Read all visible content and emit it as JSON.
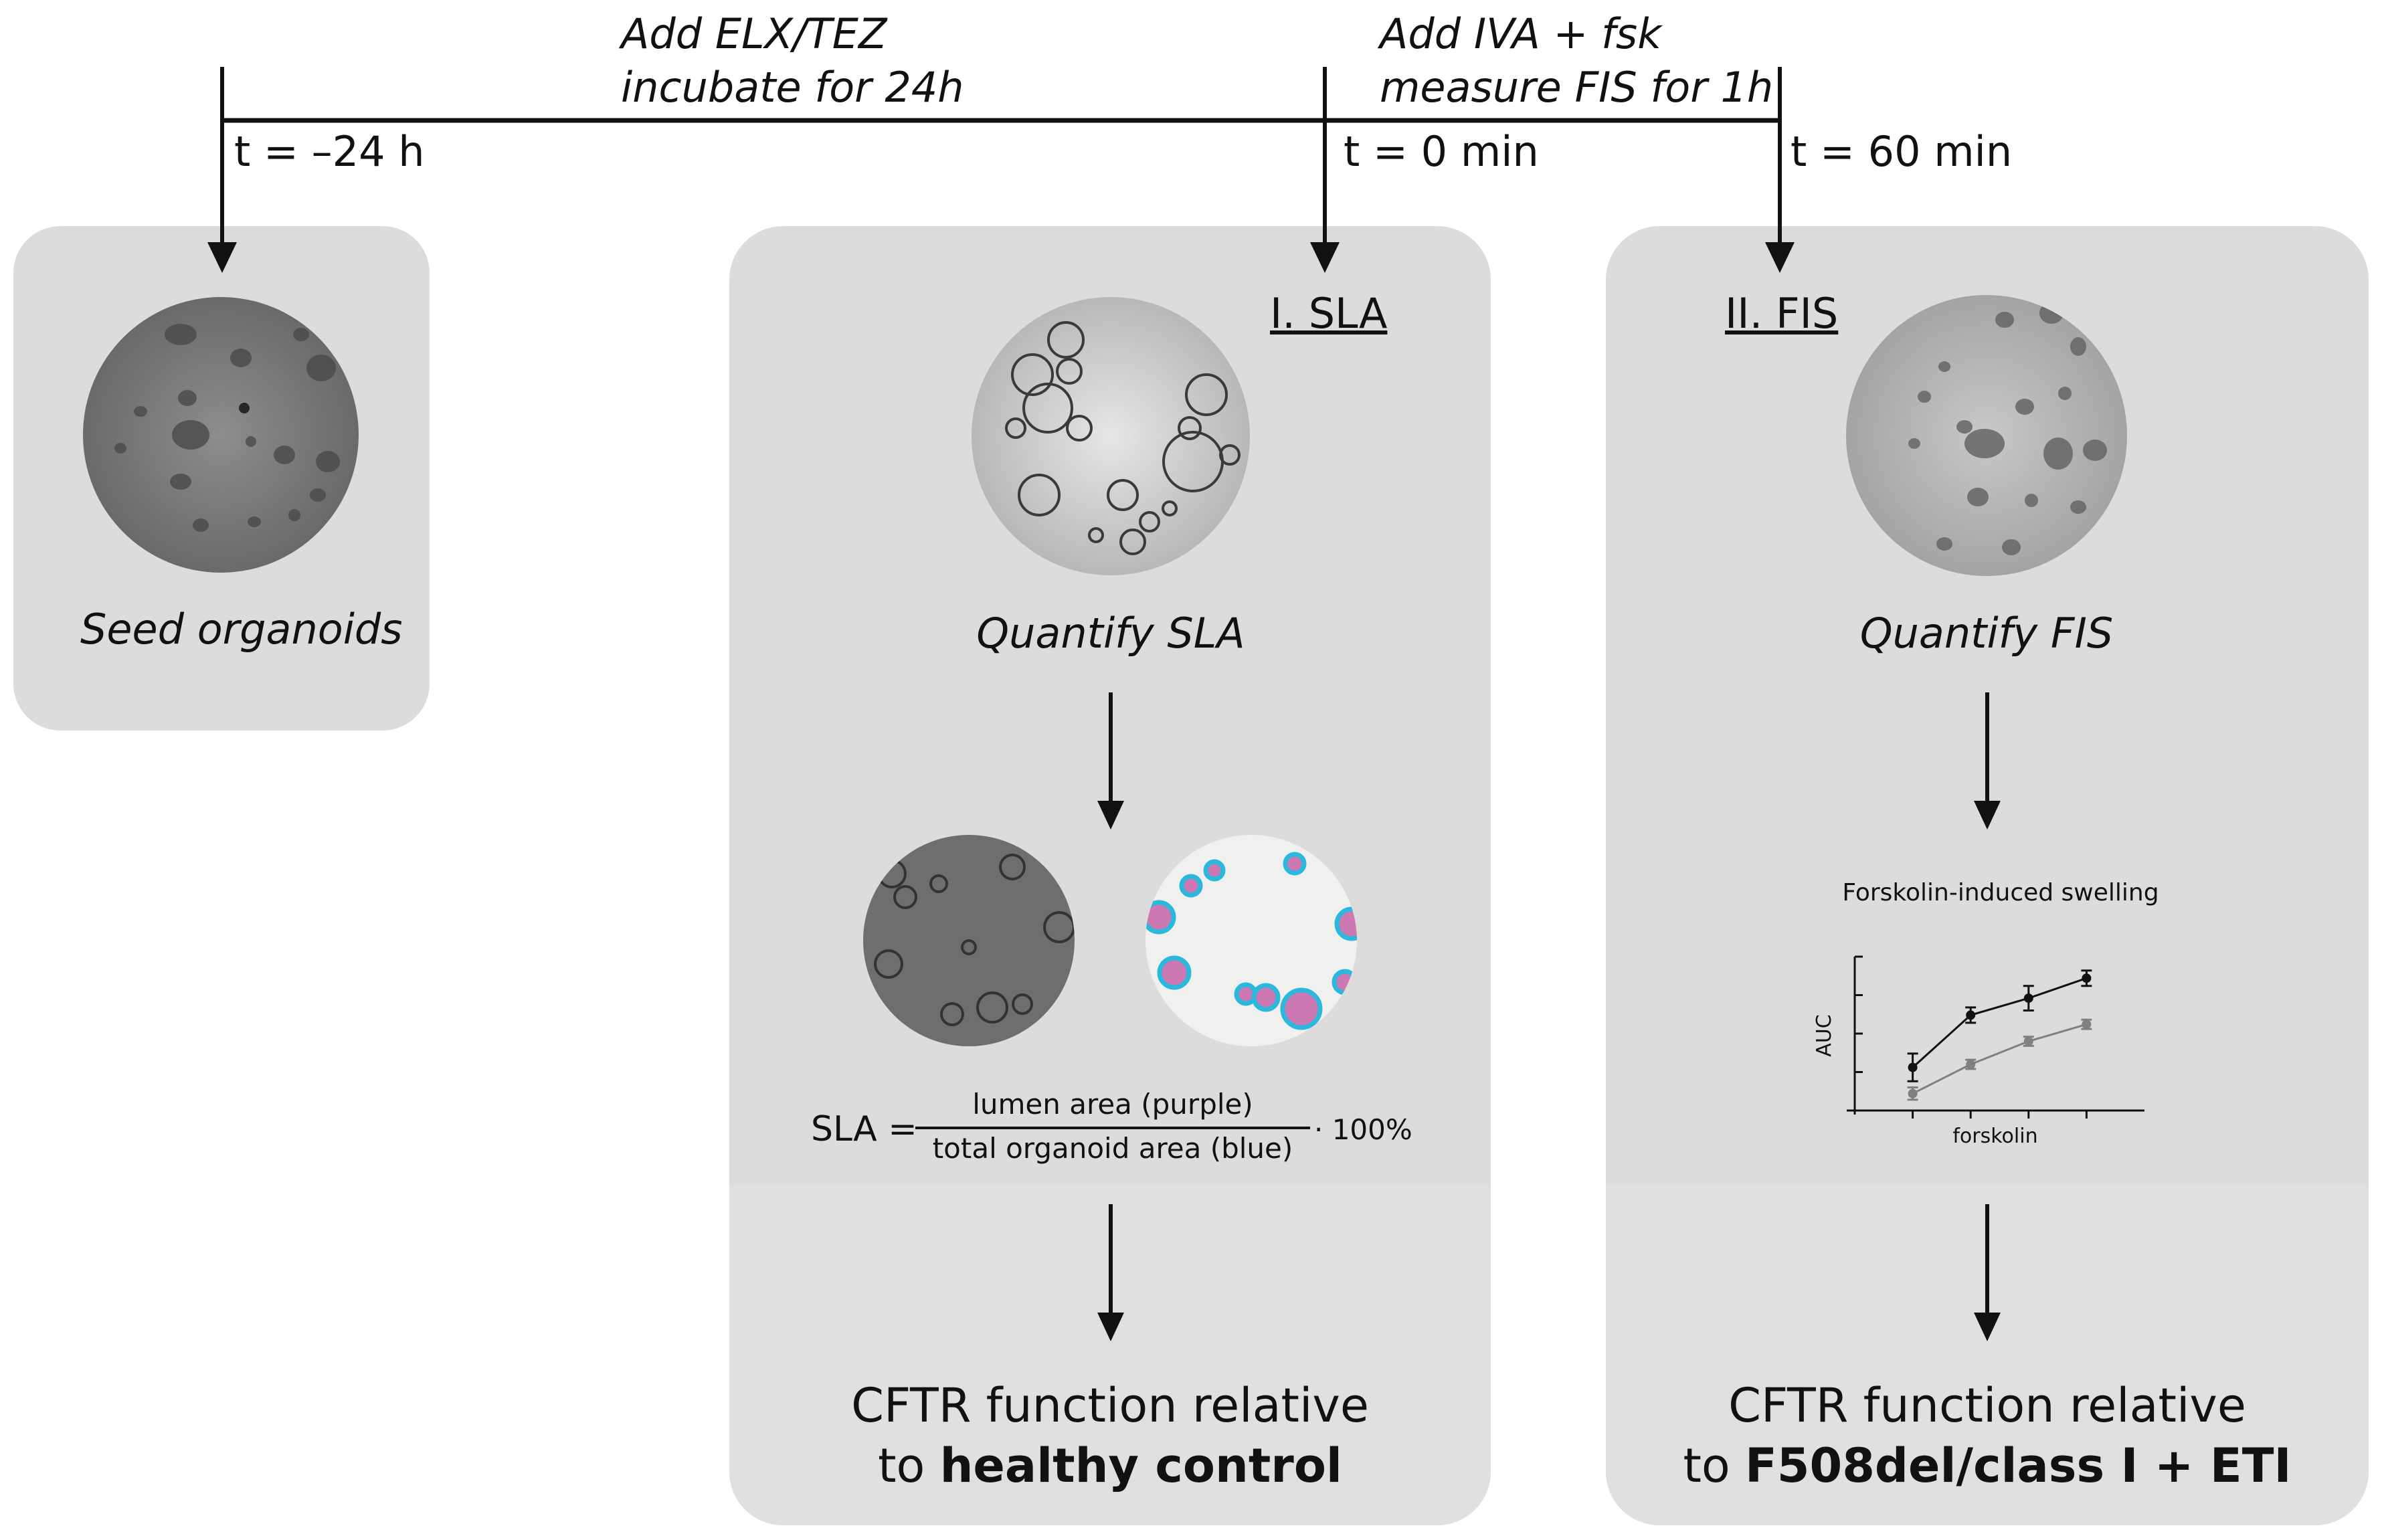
{
  "timeline": {
    "step1_line1": "Add ELX/TEZ",
    "step1_line2": "incubate for 24h",
    "step2_line1": "Add IVA + fsk",
    "step2_line2": "measure FIS for 1h",
    "t_start": "t = –24 h",
    "t_zero": "t = 0 min",
    "t_end": "t = 60 min"
  },
  "panel_seed": {
    "caption": "Seed organoids"
  },
  "panel_sla": {
    "header": "I. SLA",
    "caption": "Quantify SLA",
    "formula_lhs": "SLA =",
    "formula_numerator": "lumen area (purple)",
    "formula_denominator": "total organoid area (blue)",
    "formula_multiplier": "· 100%",
    "result_line1": "CFTR function relative",
    "result_line2_prefix": "to ",
    "result_line2_bold": "healthy control"
  },
  "panel_fis": {
    "header": "II. FIS",
    "caption": "Quantify FIS",
    "result_line1": "CFTR function relative",
    "result_line2_prefix": "to ",
    "result_line2_bold": "F508del/class I + ETI"
  },
  "colors": {
    "panel_bg": "#dcdcdc",
    "panel_bg_lower": "#e0e0e0",
    "lumen_purple": "#cc79b3",
    "organoid_blue": "#2ab8dc",
    "series_dark": "#111111",
    "series_light": "#808080"
  },
  "chart_data": {
    "type": "line",
    "title": "Forskolin-induced swelling",
    "xlabel": "forskolin",
    "ylabel": "AUC",
    "x": [
      1,
      2,
      3,
      4
    ],
    "series": [
      {
        "values": [
          0.28,
          0.62,
          0.73,
          0.86
        ],
        "errors": [
          0.09,
          0.05,
          0.08,
          0.05
        ],
        "color": "#111111"
      },
      {
        "values": [
          0.11,
          0.3,
          0.45,
          0.56
        ],
        "errors": [
          0.04,
          0.03,
          0.03,
          0.03
        ],
        "color": "#808080"
      }
    ],
    "ylim": [
      0,
      1
    ],
    "xlim": [
      0,
      5
    ],
    "grid": false
  }
}
